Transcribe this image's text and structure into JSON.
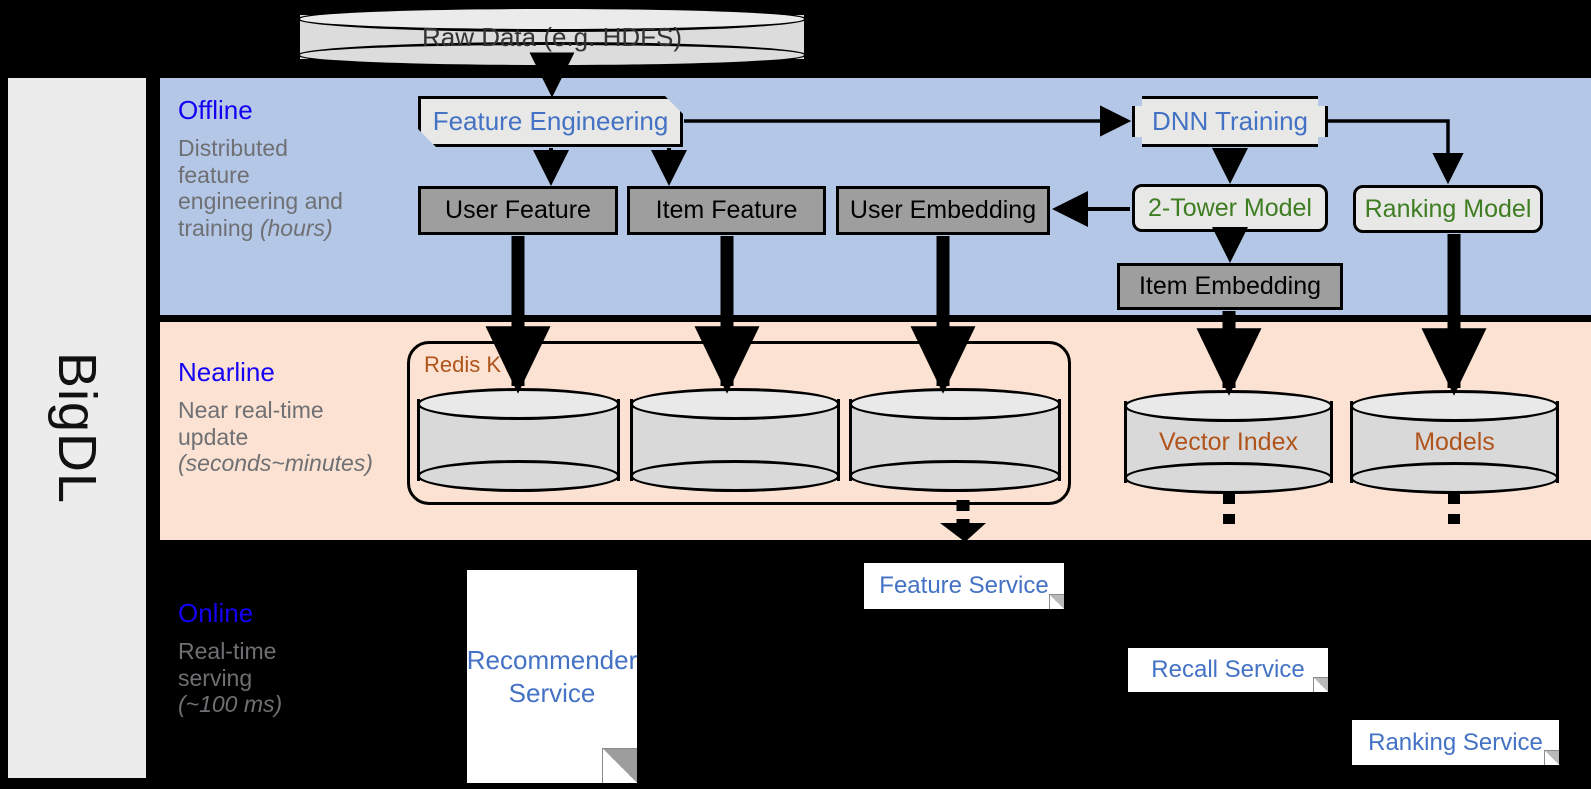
{
  "brand": {
    "label": "BigDL"
  },
  "bands": [
    {
      "id": "offline",
      "title": "Offline",
      "subtitle": "Distributed feature engineering and ",
      "subtitle_em": "(hours)",
      "color": "#b4c7e7"
    },
    {
      "id": "nearline",
      "title": "Nearline",
      "subtitle": "Near real-time update ",
      "subtitle_em": "(seconds~minutes)",
      "color": "#fbe2d2"
    },
    {
      "id": "online",
      "title": "Online",
      "subtitle": "Real-time serving ",
      "subtitle_em": "(~100 ms)",
      "color": "#000000"
    }
  ],
  "offline_subtitle_lines": [
    "Distributed",
    "feature",
    "engineering and",
    "training "
  ],
  "nearline_subtitle_lines": [
    "Near real-time",
    "update"
  ],
  "online_subtitle_lines": [
    "Real-time",
    "serving"
  ],
  "source": {
    "label": "Raw Data (e.g. HDFS)"
  },
  "offline": {
    "feature_engineering": "Feature Engineering",
    "dnn_training": "DNN Training",
    "user_feature": "User Feature",
    "item_feature": "Item Feature",
    "user_embedding": "User Embedding",
    "two_tower_model": "2-Tower Model",
    "ranking_model": "Ranking Model",
    "item_embedding": "Item Embedding"
  },
  "nearline": {
    "redis_label": "Redis KV",
    "stores": [
      "",
      "",
      ""
    ],
    "vector_index": "Vector Index",
    "models": "Models"
  },
  "online": {
    "recommender_service": "Recommender Service",
    "feature_service": "Feature Service",
    "recall_service": "Recall Service",
    "ranking_service": "Ranking Service"
  },
  "colors": {
    "offline_band": "#b4c7e7",
    "nearline_band": "#fbe2d2",
    "heading": "#1500f5",
    "subtitle": "#6f7073",
    "blue_text": "#4472c4",
    "green_text": "#3f7d22",
    "brown_text": "#b0541c",
    "gray_box": "#9e9e9e",
    "light_box": "#e8e8e6"
  }
}
